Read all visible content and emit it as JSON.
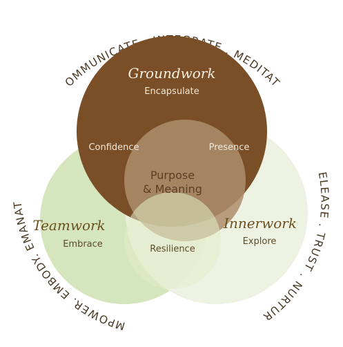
{
  "outer_ring": {
    "top": "COMMUNICATE . INTEGRATE . MEDITATE",
    "right": "RELEASE . TRUST . NURTURE",
    "left": "EMPOWER. EMBODY. EMANATE"
  },
  "circles": {
    "groundwork": {
      "title": "Groundwork",
      "subtitle": "Encapsulate"
    },
    "teamwork": {
      "title": "Teamwork",
      "subtitle": "Embrace"
    },
    "innerwork": {
      "title": "Innerwork",
      "subtitle": "Explore"
    }
  },
  "overlaps": {
    "groundwork_teamwork": "Confidence",
    "groundwork_innerwork": "Presence",
    "teamwork_innerwork": "Resilience",
    "center_line1": "Purpose",
    "center_line2": "& Meaning"
  },
  "colors": {
    "groundwork": "#7a4e26",
    "teamwork": "#d5e5bd",
    "innerwork": "#ecf1e0",
    "outer_text": "#4a3a24",
    "light_text": "#f3e8d8",
    "dark_text": "#5d4a2a",
    "title_dark": "#6b5020",
    "title_light": "#f6efe2"
  }
}
